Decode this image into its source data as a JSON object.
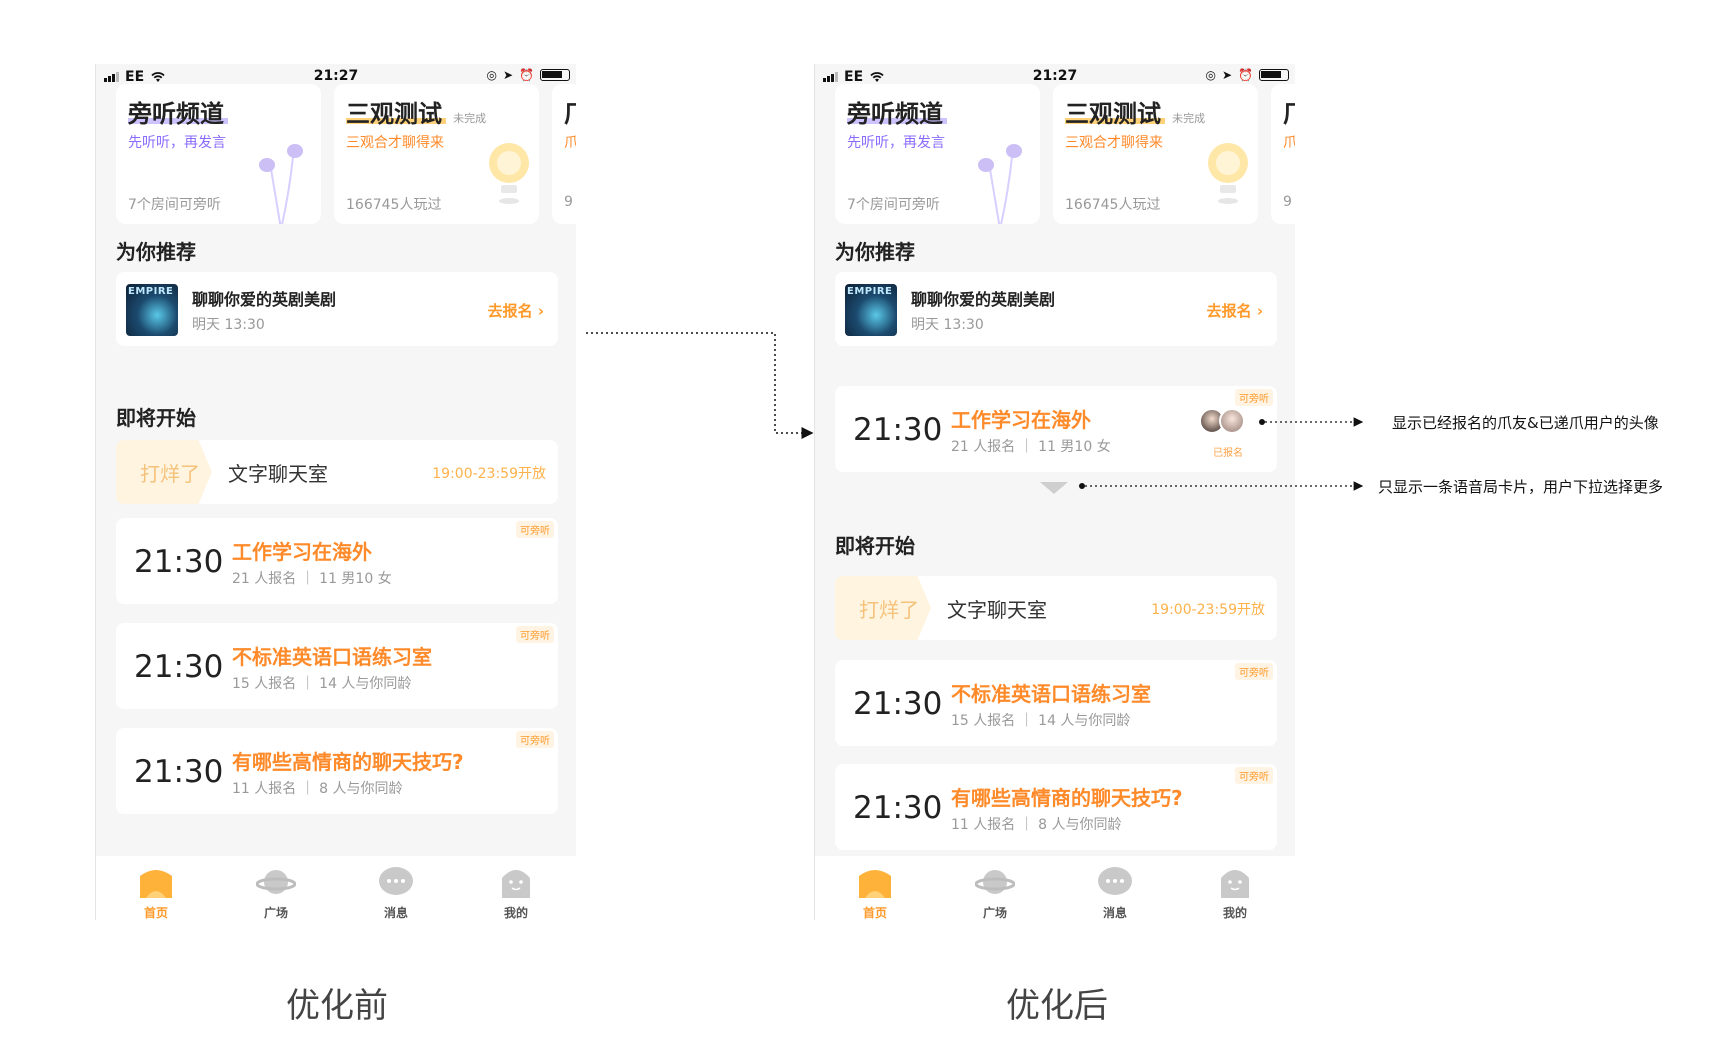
{
  "status_bar": {
    "carrier": "EE",
    "time": "21:27"
  },
  "features": [
    {
      "title": "旁听频道",
      "subtitle": "先听听，再发言",
      "footer": "7个房间可旁听",
      "tag": ""
    },
    {
      "title": "三观测试",
      "subtitle": "三观合才聊得来",
      "footer": "166745人玩过",
      "tag": "未完成"
    },
    {
      "title": "厂",
      "subtitle": "爪",
      "footer": "9",
      "tag": ""
    }
  ],
  "recommend": {
    "section_title": "为你推荐",
    "thumb_text": "EMPIRE",
    "title": "聊聊你爱的英剧美剧",
    "time": "明天 13:30",
    "action": "去报名 ›"
  },
  "upcoming": {
    "section_title": "即将开始",
    "text_room": {
      "tag": "打烊了",
      "name": "文字聊天室",
      "hours": "19:00-23:59开放"
    },
    "rooms": [
      {
        "time": "21:30",
        "title": "工作学习在海外",
        "meta": "21 人报名 ｜ 11 男10 女",
        "badge": "可旁听"
      },
      {
        "time": "21:30",
        "title": "不标准英语口语练习室",
        "meta": "15 人报名 ｜ 14 人与你同龄",
        "badge": "可旁听"
      },
      {
        "time": "21:30",
        "title": "有哪些高情商的聊天技巧?",
        "meta": "11 人报名 ｜ 8 人与你同龄",
        "badge": "可旁听"
      }
    ]
  },
  "after_card": {
    "time": "21:30",
    "title": "工作学习在海外",
    "meta": "21 人报名 ｜ 11 男10 女",
    "badge": "可旁听",
    "signed_label": "已报名"
  },
  "tabs": [
    {
      "label": "首页",
      "icon": "home-icon"
    },
    {
      "label": "广场",
      "icon": "planet-icon"
    },
    {
      "label": "消息",
      "icon": "chat-bubble-icon"
    },
    {
      "label": "我的",
      "icon": "profile-icon"
    }
  ],
  "captions": {
    "before": "优化前",
    "after": "优化后"
  },
  "annotations": {
    "avatars_note": "显示已经报名的爪友&已递爪用户的头像",
    "card_note": "只显示一条语音局卡片，用户下拉选择更多"
  },
  "colors": {
    "accent": "#ff9a2a",
    "purple": "#8a6bff",
    "background": "#f6f6f6"
  }
}
